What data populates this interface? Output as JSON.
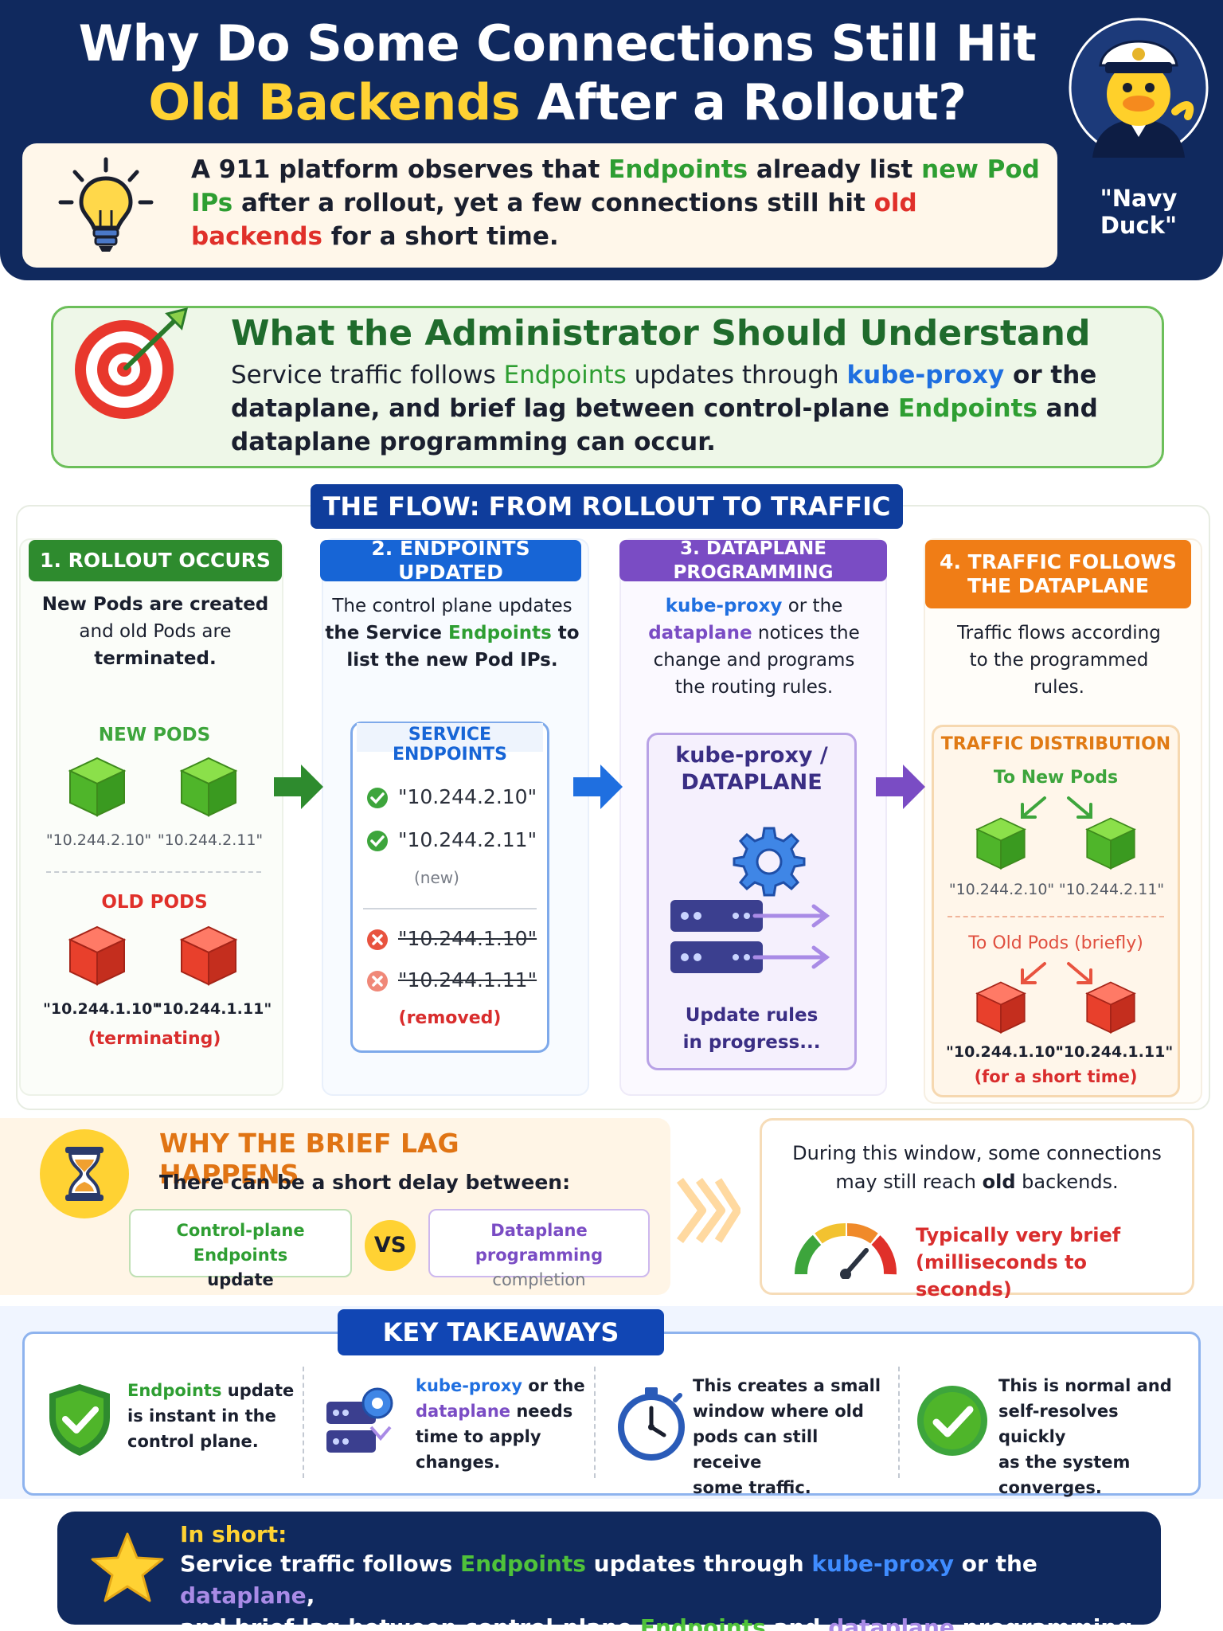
{
  "header": {
    "title_line1": "Why Do Some Connections Still Hit",
    "title_line2_highlight": "Old Backends",
    "title_line2_rest": " After a Rollout?",
    "intro": {
      "p1": "A 911 platform observes that ",
      "endpoints": "Endpoints",
      "p2": " already list ",
      "new_ips": "new Pod IPs",
      "p3": " after a rollout, yet a few connections still hit ",
      "old_backends": "old backends",
      "p4": " for a short time."
    },
    "mascot_name": "\"Navy Duck\""
  },
  "understand": {
    "title": "What the Administrator Should Understand",
    "p1": "Service traffic follows ",
    "endpoints1": "Endpoints",
    "p2": " updates through ",
    "kubeproxy": "kube-proxy",
    "p3": " or the dataplane, and brief lag between control-plane ",
    "endpoints2": "Endpoints",
    "p4": " and dataplane programming can occur."
  },
  "flow": {
    "banner": "THE FLOW: FROM ROLLOUT TO TRAFFIC",
    "step1": {
      "heading": "1. ROLLOUT OCCURS",
      "d1": "New Pods are created",
      "d2": "and old Pods are",
      "d3": "terminated.",
      "new_label": "NEW PODS",
      "old_label": "OLD PODS",
      "new_ips": [
        "\"10.244.2.10\"",
        "\"10.244.2.11\""
      ],
      "old_ips": [
        "\"10.244.1.10\"",
        "\"10.244.1.11\""
      ],
      "old_status": "(terminating)"
    },
    "step2": {
      "heading": "2. ENDPOINTS UPDATED",
      "d1": "The control plane updates",
      "d2a": "the Service ",
      "d2b": "Endpoints",
      "d2c": " to",
      "d3": "list the new Pod IPs.",
      "box_title": "SERVICE ENDPOINTS",
      "added": [
        "\"10.244.2.10\"",
        "\"10.244.2.11\""
      ],
      "added_note": "(new)",
      "removed": [
        "\"10.244.1.10\"",
        "\"10.244.1.11\""
      ],
      "removed_note": "(removed)"
    },
    "step3": {
      "heading": "3. DATAPLANE PROGRAMMING",
      "d1a": "kube-proxy",
      "d1b": " or the",
      "d2a": "dataplane",
      "d2b": " notices the",
      "d3": "change and programs",
      "d4": "the routing rules.",
      "box_title1": "kube-proxy /",
      "box_title2": "DATAPLANE",
      "status1": "Update rules",
      "status2": "in progress..."
    },
    "step4": {
      "heading": "4. TRAFFIC FOLLOWS THE DATAPLANE",
      "d1": "Traffic flows according",
      "d2": "to the programmed",
      "d3": "rules.",
      "box_title": "TRAFFIC DISTRIBUTION",
      "to_new": "To New Pods",
      "new_ips": [
        "\"10.244.2.10\"",
        "\"10.244.2.11\""
      ],
      "to_old": "To Old Pods (briefly)",
      "old_ips": [
        "\"10.244.1.10\"",
        "\"10.244.1.11\""
      ],
      "old_note": "(for a short time)"
    }
  },
  "lag": {
    "title": "WHY THE BRIEF LAG HAPPENS",
    "subtitle": "There can be a short delay between:",
    "cp1": "Control-plane Endpoints",
    "cp2": "update",
    "vs": "VS",
    "dp1": "Dataplane programming",
    "dp2": "completion",
    "window1": "During this window, some connections",
    "window2a": "may still reach ",
    "window2b": "old",
    "window2c": " backends.",
    "brief1": "Typically very brief",
    "brief2": "(milliseconds to seconds)"
  },
  "takeaways": {
    "banner": "KEY TAKEAWAYS",
    "t1": {
      "a": "Endpoints",
      "b": " update",
      "c": "is instant in the",
      "d": "control plane."
    },
    "t2": {
      "a": "kube-proxy",
      "b": " or the",
      "c": "dataplane",
      "d": " needs",
      "e": "time to apply",
      "f": "changes."
    },
    "t3": {
      "a": "This creates a small",
      "b": "window where old",
      "c": "pods can still receive",
      "d": "some traffic."
    },
    "t4": {
      "a": "This is normal and",
      "b": "self-resolves quickly",
      "c": "as the system",
      "d": "converges."
    }
  },
  "footer": {
    "label": "In short:",
    "p1": "Service traffic follows ",
    "endpoints1": "Endpoints",
    "p2": " updates through ",
    "kubeproxy": "kube-proxy",
    "p3": " or the ",
    "dataplane1": "dataplane",
    "p4": ",",
    "p5": "and brief lag between control-plane ",
    "endpoints2": "Endpoints",
    "p6": " and ",
    "dataplane2": "dataplane",
    "p7": " programming can occur."
  },
  "colors": {
    "navy": "#10295e",
    "green": "#2e9e32",
    "blue": "#1f6fe0",
    "purple": "#7a4cc4",
    "orange": "#f07d16",
    "red": "#e0302a",
    "yellow": "#ffd233"
  }
}
